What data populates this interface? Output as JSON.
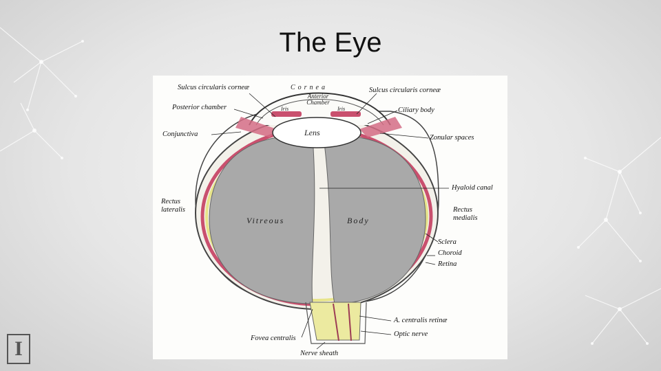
{
  "slide": {
    "title": "The Eye"
  },
  "diagram": {
    "labels": {
      "sulcus_left": "Sulcus circularis corneæ",
      "sulcus_right": "Sulcus circularis corneæ",
      "posterior_chamber": "Posterior chamber",
      "ciliary_body": "Ciliary body",
      "conjunctiva": "Conjunctiva",
      "zonular_spaces": "Zonular spaces",
      "hyaloid_canal": "Hyaloid canal",
      "rectus_lateralis": "Rectus lateralis",
      "rectus_medialis": "Rectus medialis",
      "sclera": "Sclera",
      "choroid": "Choroid",
      "retina": "Retina",
      "a_centralis": "A. centralis retinæ",
      "optic_nerve": "Optic nerve",
      "fovea_centralis": "Fovea centralis",
      "nerve_sheath": "Nerve sheath"
    },
    "inner": {
      "cornea": "Cornea",
      "anterior_chamber": "Anterior Chamber",
      "iris_left": "Iris",
      "iris_right": "Iris",
      "lens": "Lens",
      "vitreous": "Vitreous",
      "body": "Body"
    }
  },
  "colors": {
    "choroid": "#c9506e",
    "retina": "#e7e48a",
    "vitreous": "#a9a9a9",
    "nerve": "#eceaa0"
  }
}
